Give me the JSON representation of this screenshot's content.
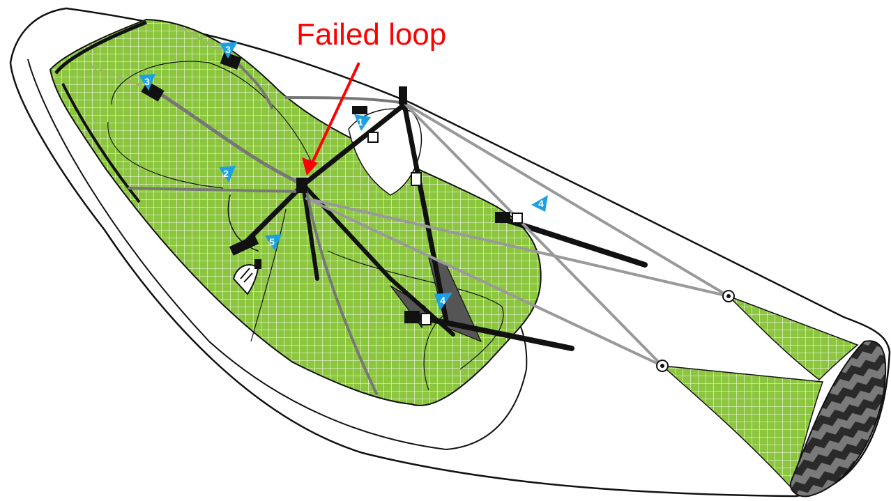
{
  "callout": {
    "label": "Failed loop",
    "color": "#ff0000"
  },
  "markers": [
    {
      "id": "m1",
      "number": "1"
    },
    {
      "id": "m2",
      "number": "2"
    },
    {
      "id": "m3a",
      "number": "3"
    },
    {
      "id": "m3b",
      "number": "3"
    },
    {
      "id": "m4a",
      "number": "4"
    },
    {
      "id": "m4b",
      "number": "4"
    },
    {
      "id": "m5",
      "number": "5"
    }
  ],
  "colors": {
    "seat_fabric": "#8cc63f",
    "grid_lines": "#ffffff",
    "outline": "#111111",
    "webbing": "#111111",
    "marker": "#1ba1e2",
    "carbon_dark": "#2a2a2a",
    "carbon_light": "#7a7a7a"
  }
}
